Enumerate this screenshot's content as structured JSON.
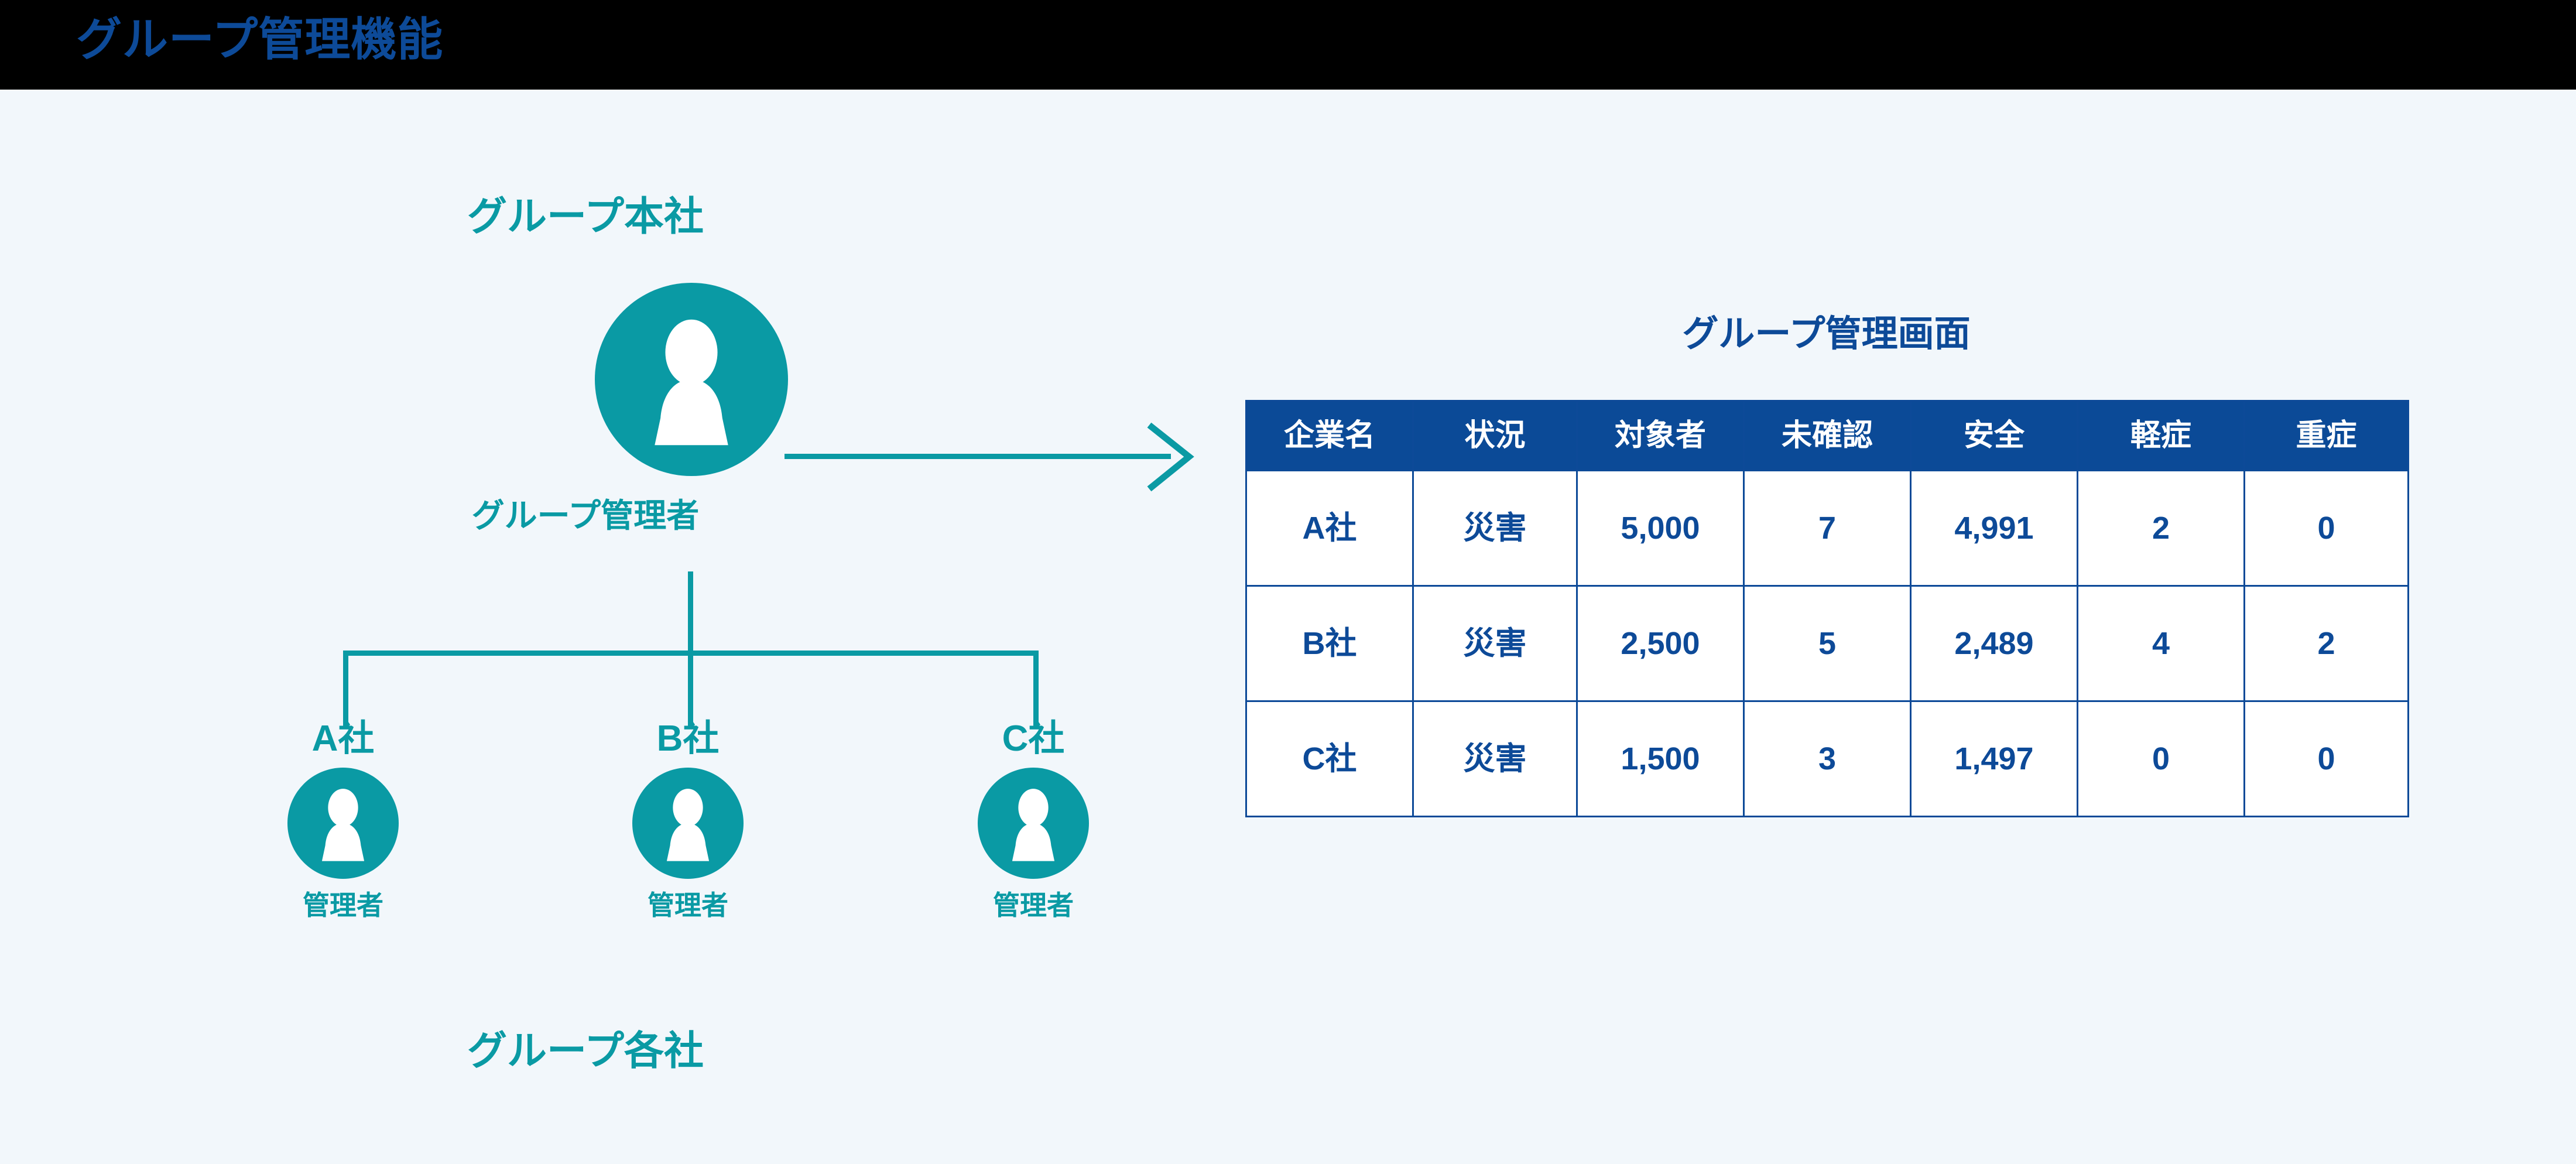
{
  "page": {
    "background_color": "#f2f7fb",
    "accent_teal": "#0a9aa4",
    "accent_blue": "#0d4a98",
    "header_bar_color": "#000000"
  },
  "header": {
    "title": "グループ管理機能"
  },
  "diagram": {
    "hq": {
      "title": "グループ本社",
      "role": "グループ管理者",
      "icon": "person-icon"
    },
    "bottom_caption": "グループ各社",
    "companies": [
      {
        "name": "A社",
        "role": "管理者",
        "icon": "person-icon"
      },
      {
        "name": "B社",
        "role": "管理者",
        "icon": "person-icon"
      },
      {
        "name": "C社",
        "role": "管理者",
        "icon": "person-icon"
      }
    ],
    "arrow": {
      "icon": "arrow-right-icon",
      "direction": "right"
    }
  },
  "table_panel": {
    "title": "グループ管理画面",
    "columns": [
      "企業名",
      "状況",
      "対象者",
      "未確認",
      "安全",
      "軽症",
      "重症"
    ],
    "rows": [
      {
        "company": "A社",
        "status": "災害",
        "target": "5,000",
        "unconfirmed": "7",
        "safe": "4,991",
        "minor": "2",
        "severe": "0"
      },
      {
        "company": "B社",
        "status": "災害",
        "target": "2,500",
        "unconfirmed": "5",
        "safe": "2,489",
        "minor": "4",
        "severe": "2"
      },
      {
        "company": "C社",
        "status": "災害",
        "target": "1,500",
        "unconfirmed": "3",
        "safe": "1,497",
        "minor": "0",
        "severe": "0"
      }
    ]
  }
}
